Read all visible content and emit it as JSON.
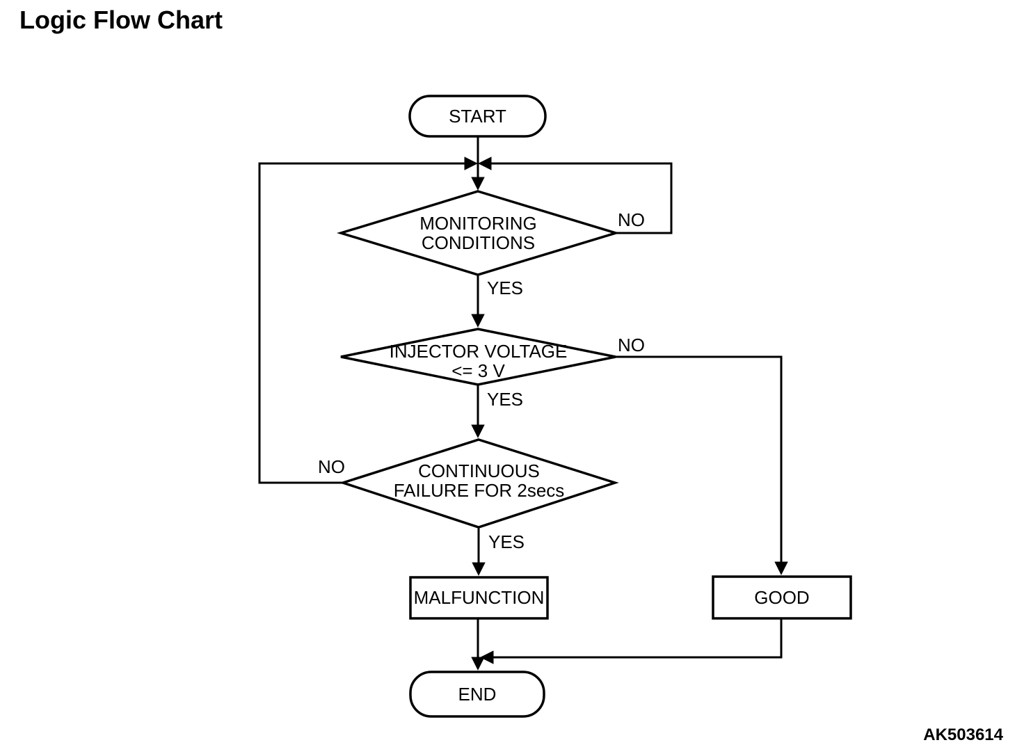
{
  "page": {
    "title": "Logic Flow Chart",
    "figure_code": "AK503614"
  },
  "colors": {
    "ink": "#000000",
    "background": "#ffffff"
  },
  "flowchart": {
    "start": {
      "type": "terminator",
      "label": "START"
    },
    "decision_monitoring": {
      "type": "decision",
      "line1": "MONITORING",
      "line2": "CONDITIONS",
      "yes_label": "YES",
      "no_label": "NO"
    },
    "decision_injector": {
      "type": "decision",
      "line1": "INJECTOR VOLTAGE",
      "line2": "<= 3 V",
      "yes_label": "YES",
      "no_label": "NO"
    },
    "decision_continuous": {
      "type": "decision",
      "line1": "CONTINUOUS",
      "line2": "FAILURE FOR 2secs",
      "yes_label": "YES",
      "no_label": "NO"
    },
    "malfunction": {
      "type": "process",
      "label": "MALFUNCTION"
    },
    "good": {
      "type": "process",
      "label": "GOOD"
    },
    "end": {
      "type": "terminator",
      "label": "END"
    },
    "edges": [
      {
        "from": "START",
        "to": "MONITORING CONDITIONS",
        "label": ""
      },
      {
        "from": "MONITORING CONDITIONS",
        "to": "INJECTOR VOLTAGE <= 3 V",
        "label": "YES"
      },
      {
        "from": "MONITORING CONDITIONS",
        "to": "loop back to top junction",
        "label": "NO"
      },
      {
        "from": "INJECTOR VOLTAGE <= 3 V",
        "to": "CONTINUOUS FAILURE FOR 2secs",
        "label": "YES"
      },
      {
        "from": "INJECTOR VOLTAGE <= 3 V",
        "to": "GOOD",
        "label": "NO"
      },
      {
        "from": "CONTINUOUS FAILURE FOR 2secs",
        "to": "MALFUNCTION",
        "label": "YES"
      },
      {
        "from": "CONTINUOUS FAILURE FOR 2secs",
        "to": "loop back to top junction",
        "label": "NO"
      },
      {
        "from": "MALFUNCTION",
        "to": "END",
        "label": ""
      },
      {
        "from": "GOOD",
        "to": "END",
        "label": ""
      }
    ]
  }
}
